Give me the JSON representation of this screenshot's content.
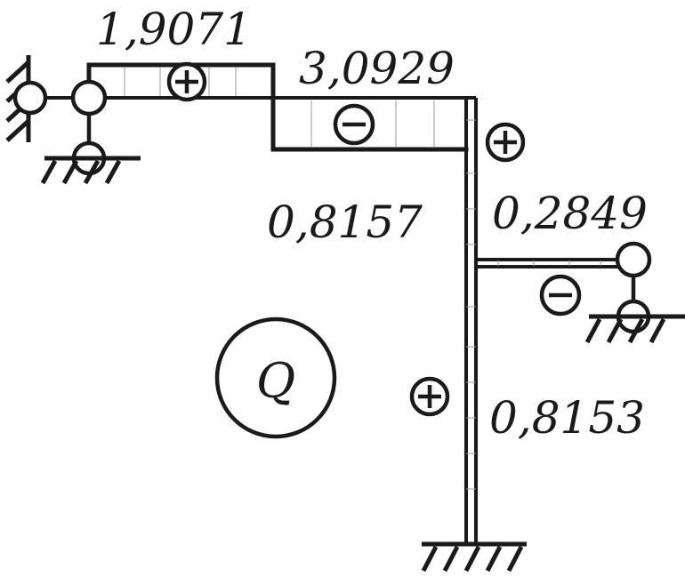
{
  "diagram": {
    "title_symbol": "Q",
    "values": {
      "top_left_beam": "1,9071",
      "top_right_beam": "3,0929",
      "column_upper": "0,8157",
      "right_bracket": "0,2849",
      "column_lower": "0,8153"
    },
    "signs": {
      "top_left_beam": "plus",
      "top_right_beam": "minus",
      "column_upper": "plus",
      "right_bracket": "minus",
      "column_lower": "plus"
    },
    "colors": {
      "line": "#1a1a1a",
      "hatch": "#9a9a9a",
      "background": "#ffffff"
    }
  }
}
